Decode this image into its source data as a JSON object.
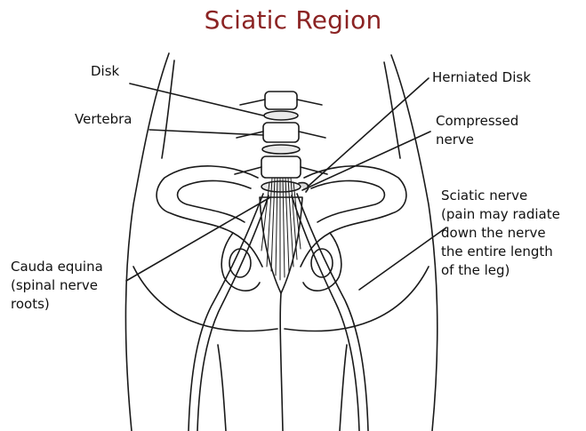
{
  "title": "Sciatic Region",
  "labels": {
    "disk": "Disk",
    "vertebra": "Vertebra",
    "herniated_disk": "Herniated Disk",
    "compressed_nerve": [
      "Compressed",
      "nerve"
    ],
    "sciatic_nerve": [
      "Sciatic nerve",
      "(pain may radiate",
      "down the nerve",
      "the entire length",
      "of the leg)"
    ],
    "cauda_equina": [
      "Cauda equina",
      "(spinal nerve",
      "roots)"
    ]
  },
  "colors": {
    "title": "#8b2323",
    "line": "#1a1a1a",
    "text": "#111111"
  }
}
